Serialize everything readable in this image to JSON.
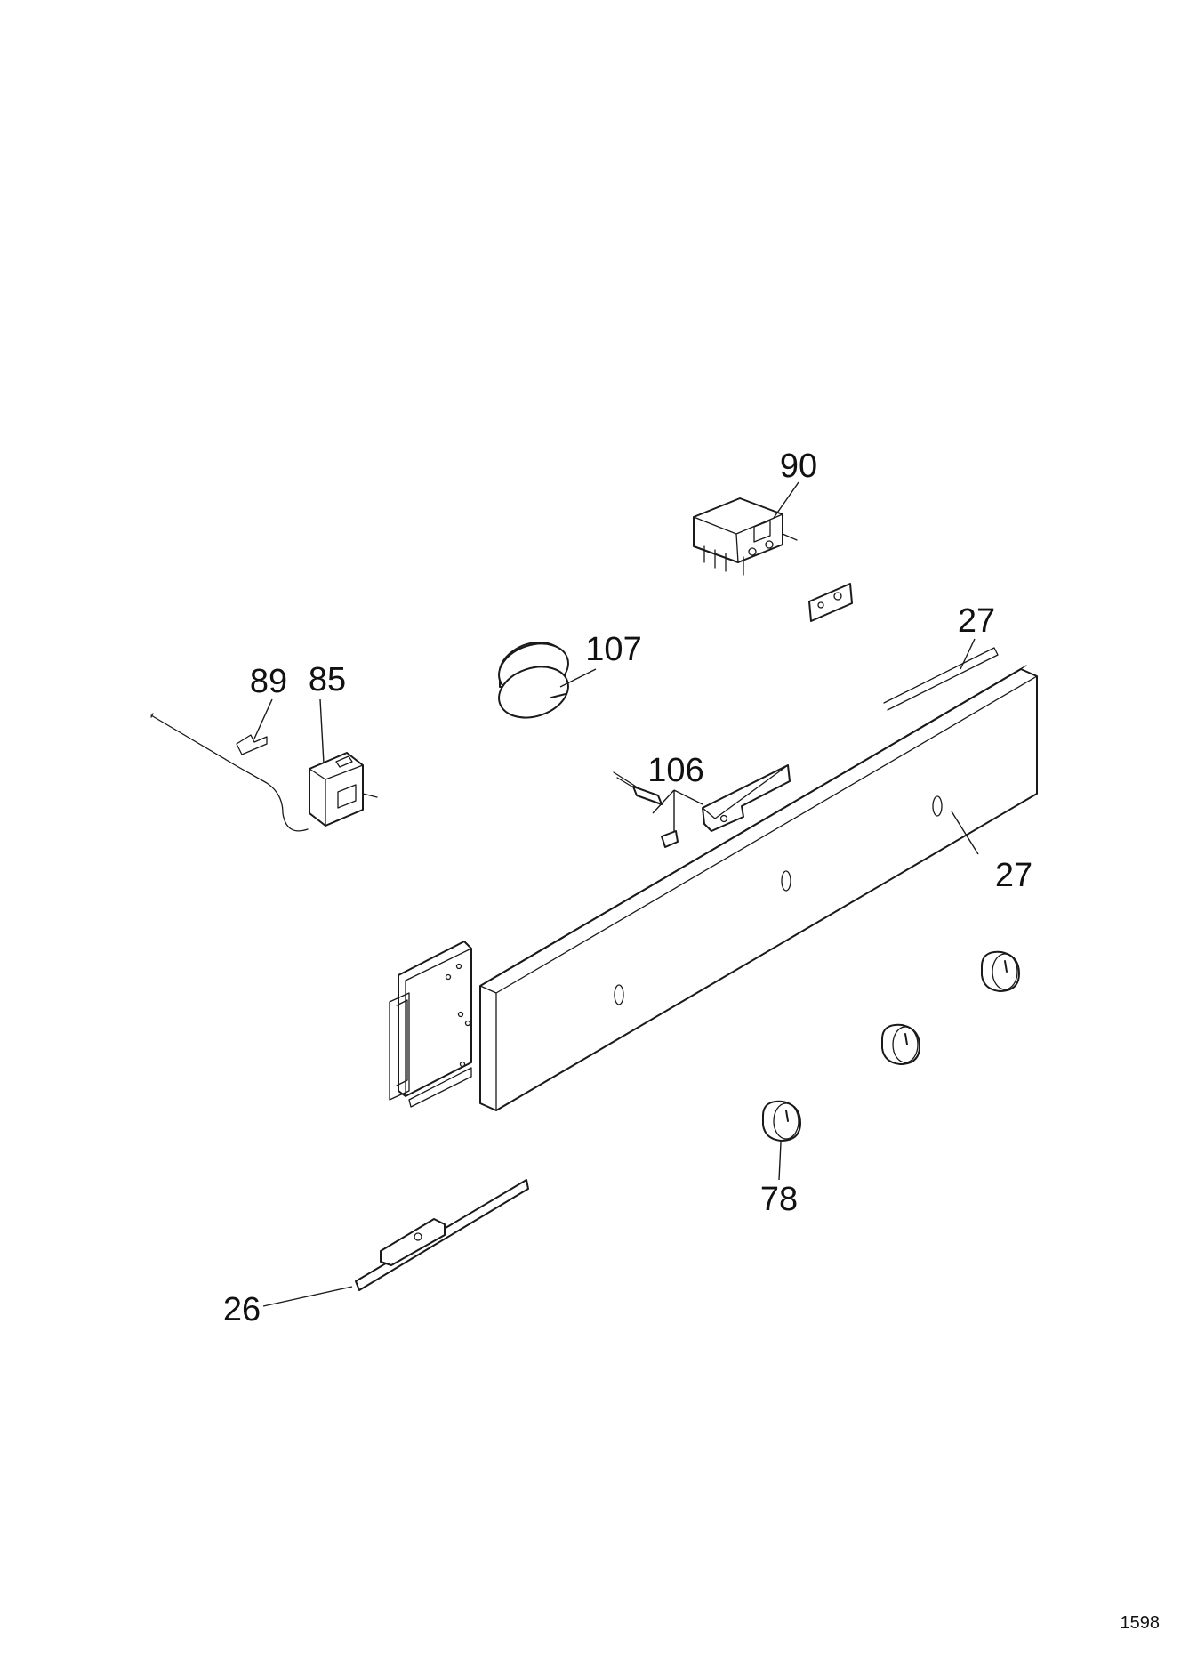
{
  "callouts": {
    "c90": "90",
    "c27_top": "27",
    "c107": "107",
    "c89": "89",
    "c85": "85",
    "c106": "106",
    "c27_side": "27",
    "c78": "78",
    "c26": "26"
  },
  "page_number": "1598"
}
